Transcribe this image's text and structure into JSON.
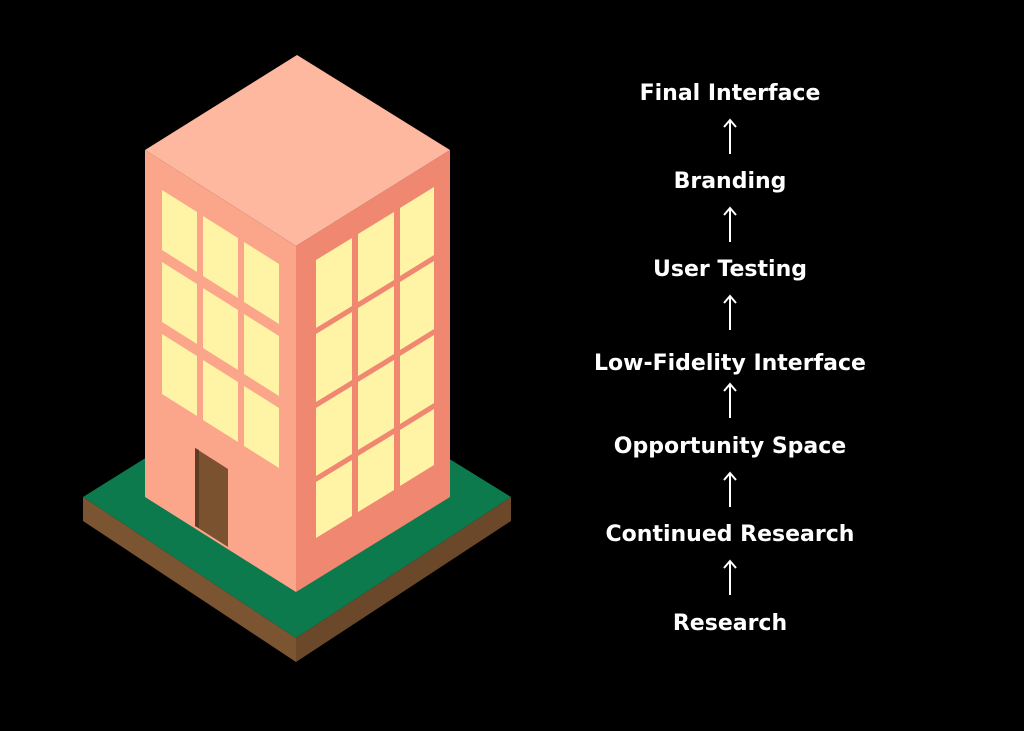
{
  "colors": {
    "background": "#000000",
    "roof": "#ffb8a0",
    "wall_front": "#fba58a",
    "wall_side": "#f08770",
    "window": "#fff3a6",
    "door": "#7a5230",
    "grass_top": "#0d7a4d",
    "dirt_side": "#7b5432",
    "text": "#ffffff"
  },
  "diagram": {
    "flow_direction": "bottom-to-top",
    "steps": [
      {
        "label": "Final Interface"
      },
      {
        "label": "Branding"
      },
      {
        "label": "User Testing"
      },
      {
        "label": "Low-Fidelity Interface"
      },
      {
        "label": "Opportunity Space"
      },
      {
        "label": "Continued Research"
      },
      {
        "label": "Research"
      }
    ]
  }
}
